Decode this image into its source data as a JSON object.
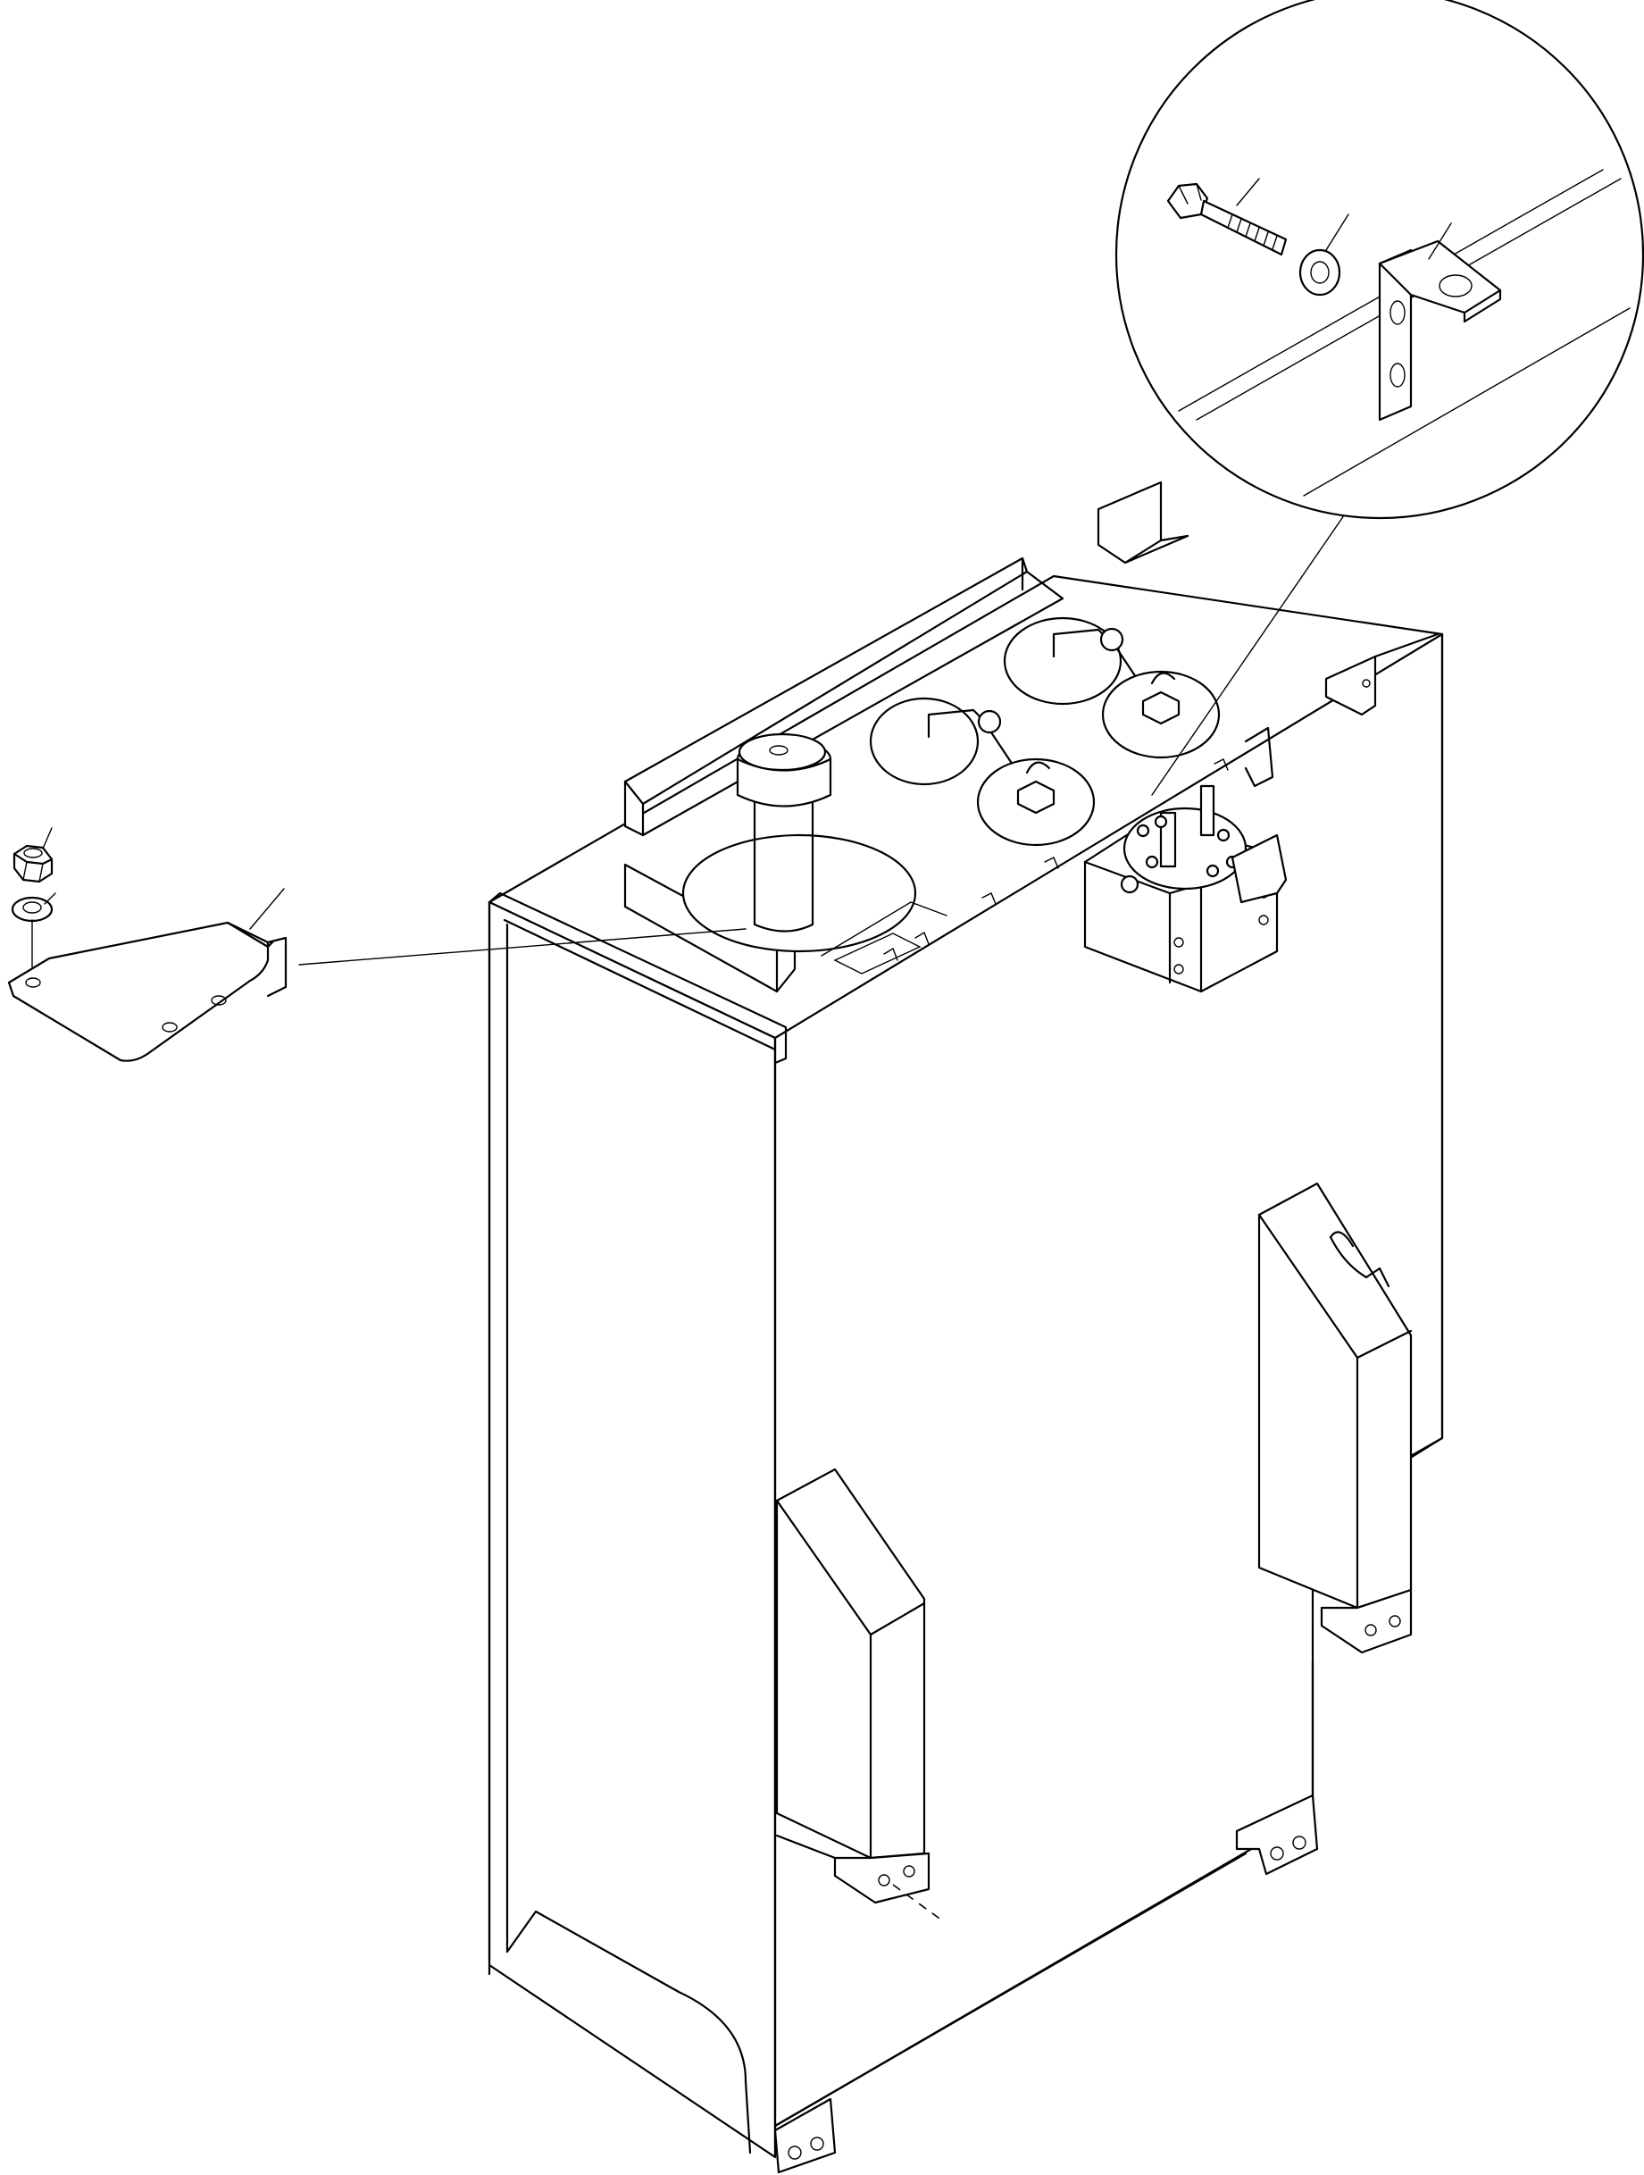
{
  "diagram": {
    "type": "exploded parts drawing",
    "colors": {
      "line": "#000000",
      "background": "#ffffff"
    },
    "parts": [
      {
        "name": "hydraulic-tank"
      },
      {
        "name": "bolt"
      },
      {
        "name": "washer"
      },
      {
        "name": "bracket"
      },
      {
        "name": "nut"
      },
      {
        "name": "lock-washer"
      },
      {
        "name": "cover-plate"
      }
    ],
    "callouts": [
      {
        "part": "bolt",
        "label": ""
      },
      {
        "part": "washer",
        "label": ""
      },
      {
        "part": "bracket",
        "label": ""
      },
      {
        "part": "nut",
        "label": ""
      },
      {
        "part": "lock-washer",
        "label": ""
      },
      {
        "part": "cover-plate",
        "label": ""
      }
    ]
  }
}
